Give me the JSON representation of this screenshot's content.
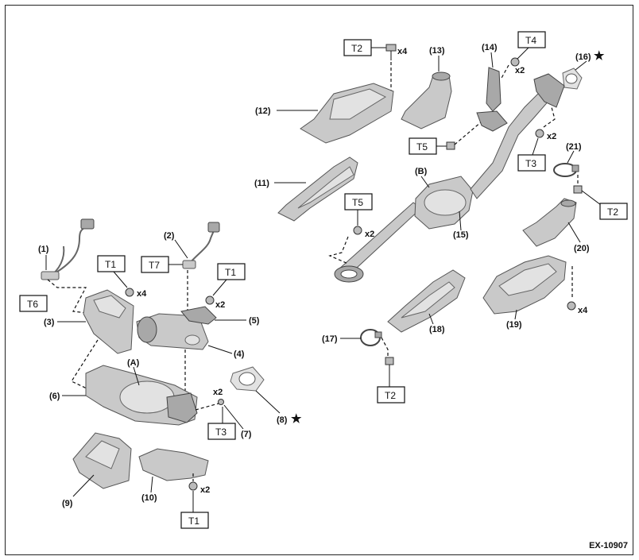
{
  "diagram_code": "EX-10907",
  "star_glyph": "★",
  "parts": {
    "p1": "(1)",
    "p2": "(2)",
    "p3": "(3)",
    "p4": "(4)",
    "p5": "(5)",
    "p6": "(6)",
    "p7": "(7)",
    "p8": "(8)",
    "p9": "(9)",
    "p10": "(10)",
    "p11": "(11)",
    "p12": "(12)",
    "p13": "(13)",
    "p14": "(14)",
    "p15": "(15)",
    "p16": "(16)",
    "p17": "(17)",
    "p18": "(18)",
    "p19": "(19)",
    "p20": "(20)",
    "p21": "(21)",
    "pA": "(A)",
    "pB": "(B)"
  },
  "torques": {
    "t1": "T1",
    "t2": "T2",
    "t3": "T3",
    "t4": "T4",
    "t5": "T5",
    "t6": "T6",
    "t7": "T7"
  },
  "quantities": {
    "x2": "x2",
    "x4": "x4"
  },
  "colors": {
    "line": "#111111",
    "part_fill": "#c9c9c9",
    "background": "#ffffff"
  }
}
